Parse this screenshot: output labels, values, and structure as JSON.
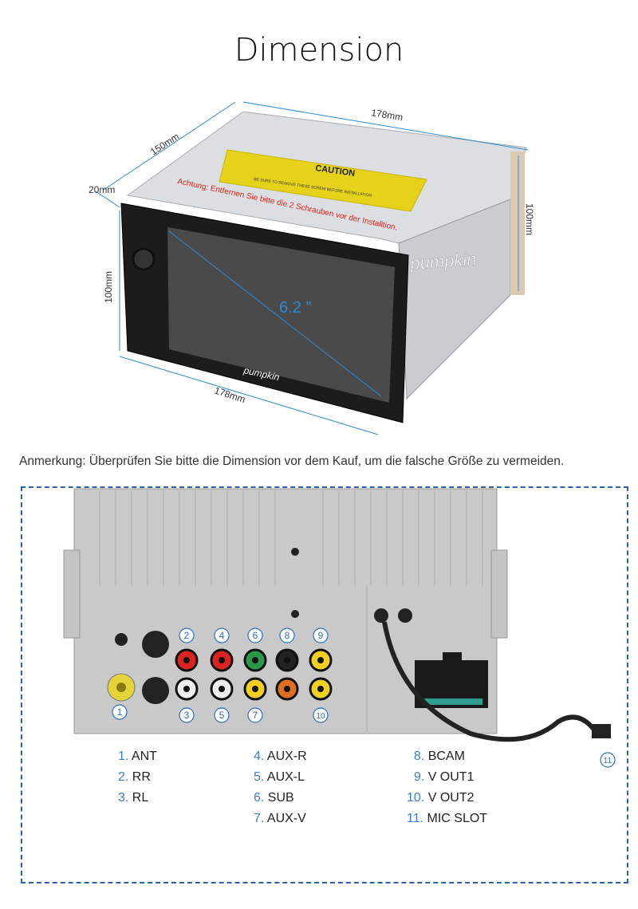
{
  "title": "Dimension",
  "dimensions": {
    "top_length": "178mm",
    "depth": "150mm",
    "front_depth": "20mm",
    "left_height": "100mm",
    "right_height": "100mm",
    "bottom_length": "178mm",
    "screen_size": "6.2 \""
  },
  "label": {
    "caution": "CAUTION",
    "caution_sub": "BE SURE TO REMOVE THESE SCREW BEFORE INSTALLATION",
    "warning_de": "Achtung: Entfernen Sie bitte die 2 Schrauben vor der Installtion."
  },
  "brand": "pumpkin",
  "note": "Anmerkung: Überprüfen Sie bitte die Dimension vor dem Kauf, um die falsche Größe zu vermeiden.",
  "markers": [
    "1",
    "2",
    "3",
    "4",
    "5",
    "6",
    "7",
    "8",
    "9",
    "10",
    "11"
  ],
  "legend": [
    [
      {
        "n": "1.",
        "t": "ANT"
      },
      {
        "n": "2.",
        "t": "RR"
      },
      {
        "n": "3.",
        "t": "RL"
      }
    ],
    [
      {
        "n": "4.",
        "t": "AUX-R"
      },
      {
        "n": "5.",
        "t": "AUX-L"
      },
      {
        "n": "6.",
        "t": "SUB"
      },
      {
        "n": "7.",
        "t": "AUX-V"
      }
    ],
    [
      {
        "n": "8.",
        "t": "BCAM"
      },
      {
        "n": "9.",
        "t": "V OUT1"
      },
      {
        "n": "10.",
        "t": "V OUT2"
      },
      {
        "n": "11.",
        "t": "MIC SLOT"
      }
    ]
  ],
  "colors": {
    "dimension_line": "#2a8ad6",
    "marker": "#2b6fc0",
    "caution_yellow": "#e6d21a",
    "warning_red": "#e0201a"
  }
}
